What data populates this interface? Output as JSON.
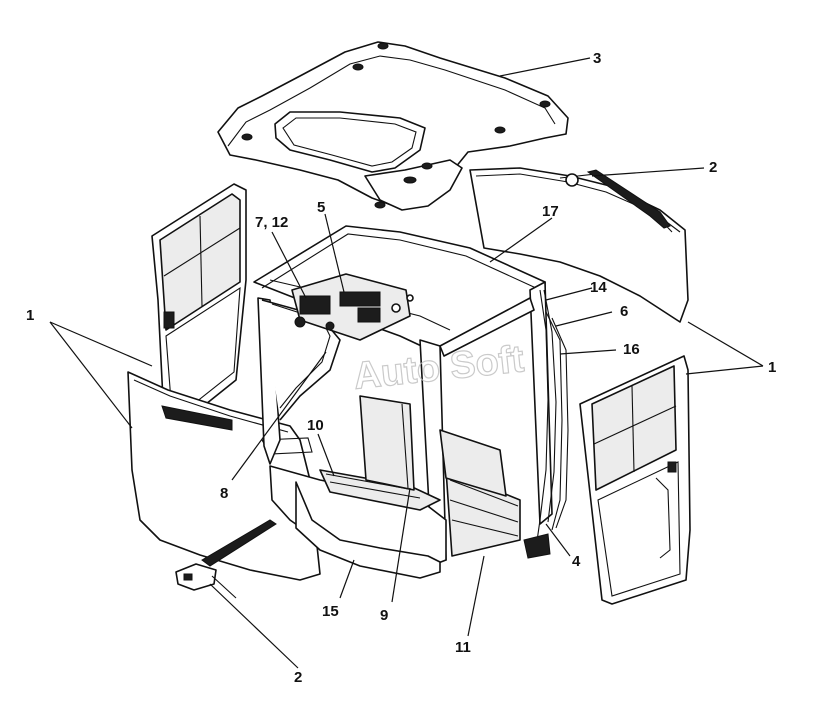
{
  "diagram": {
    "watermark": "Auto Soft",
    "callouts": [
      {
        "id": "1-left",
        "label": "1"
      },
      {
        "id": "1-right",
        "label": "1"
      },
      {
        "id": "2-top",
        "label": "2"
      },
      {
        "id": "2-bottom",
        "label": "2"
      },
      {
        "id": "3",
        "label": "3"
      },
      {
        "id": "4",
        "label": "4"
      },
      {
        "id": "5",
        "label": "5"
      },
      {
        "id": "6",
        "label": "6"
      },
      {
        "id": "7-12",
        "label": "7, 12"
      },
      {
        "id": "8",
        "label": "8"
      },
      {
        "id": "9",
        "label": "9"
      },
      {
        "id": "10",
        "label": "10"
      },
      {
        "id": "11",
        "label": "11"
      },
      {
        "id": "14",
        "label": "14"
      },
      {
        "id": "15",
        "label": "15"
      },
      {
        "id": "16",
        "label": "16"
      },
      {
        "id": "17",
        "label": "17"
      }
    ]
  }
}
